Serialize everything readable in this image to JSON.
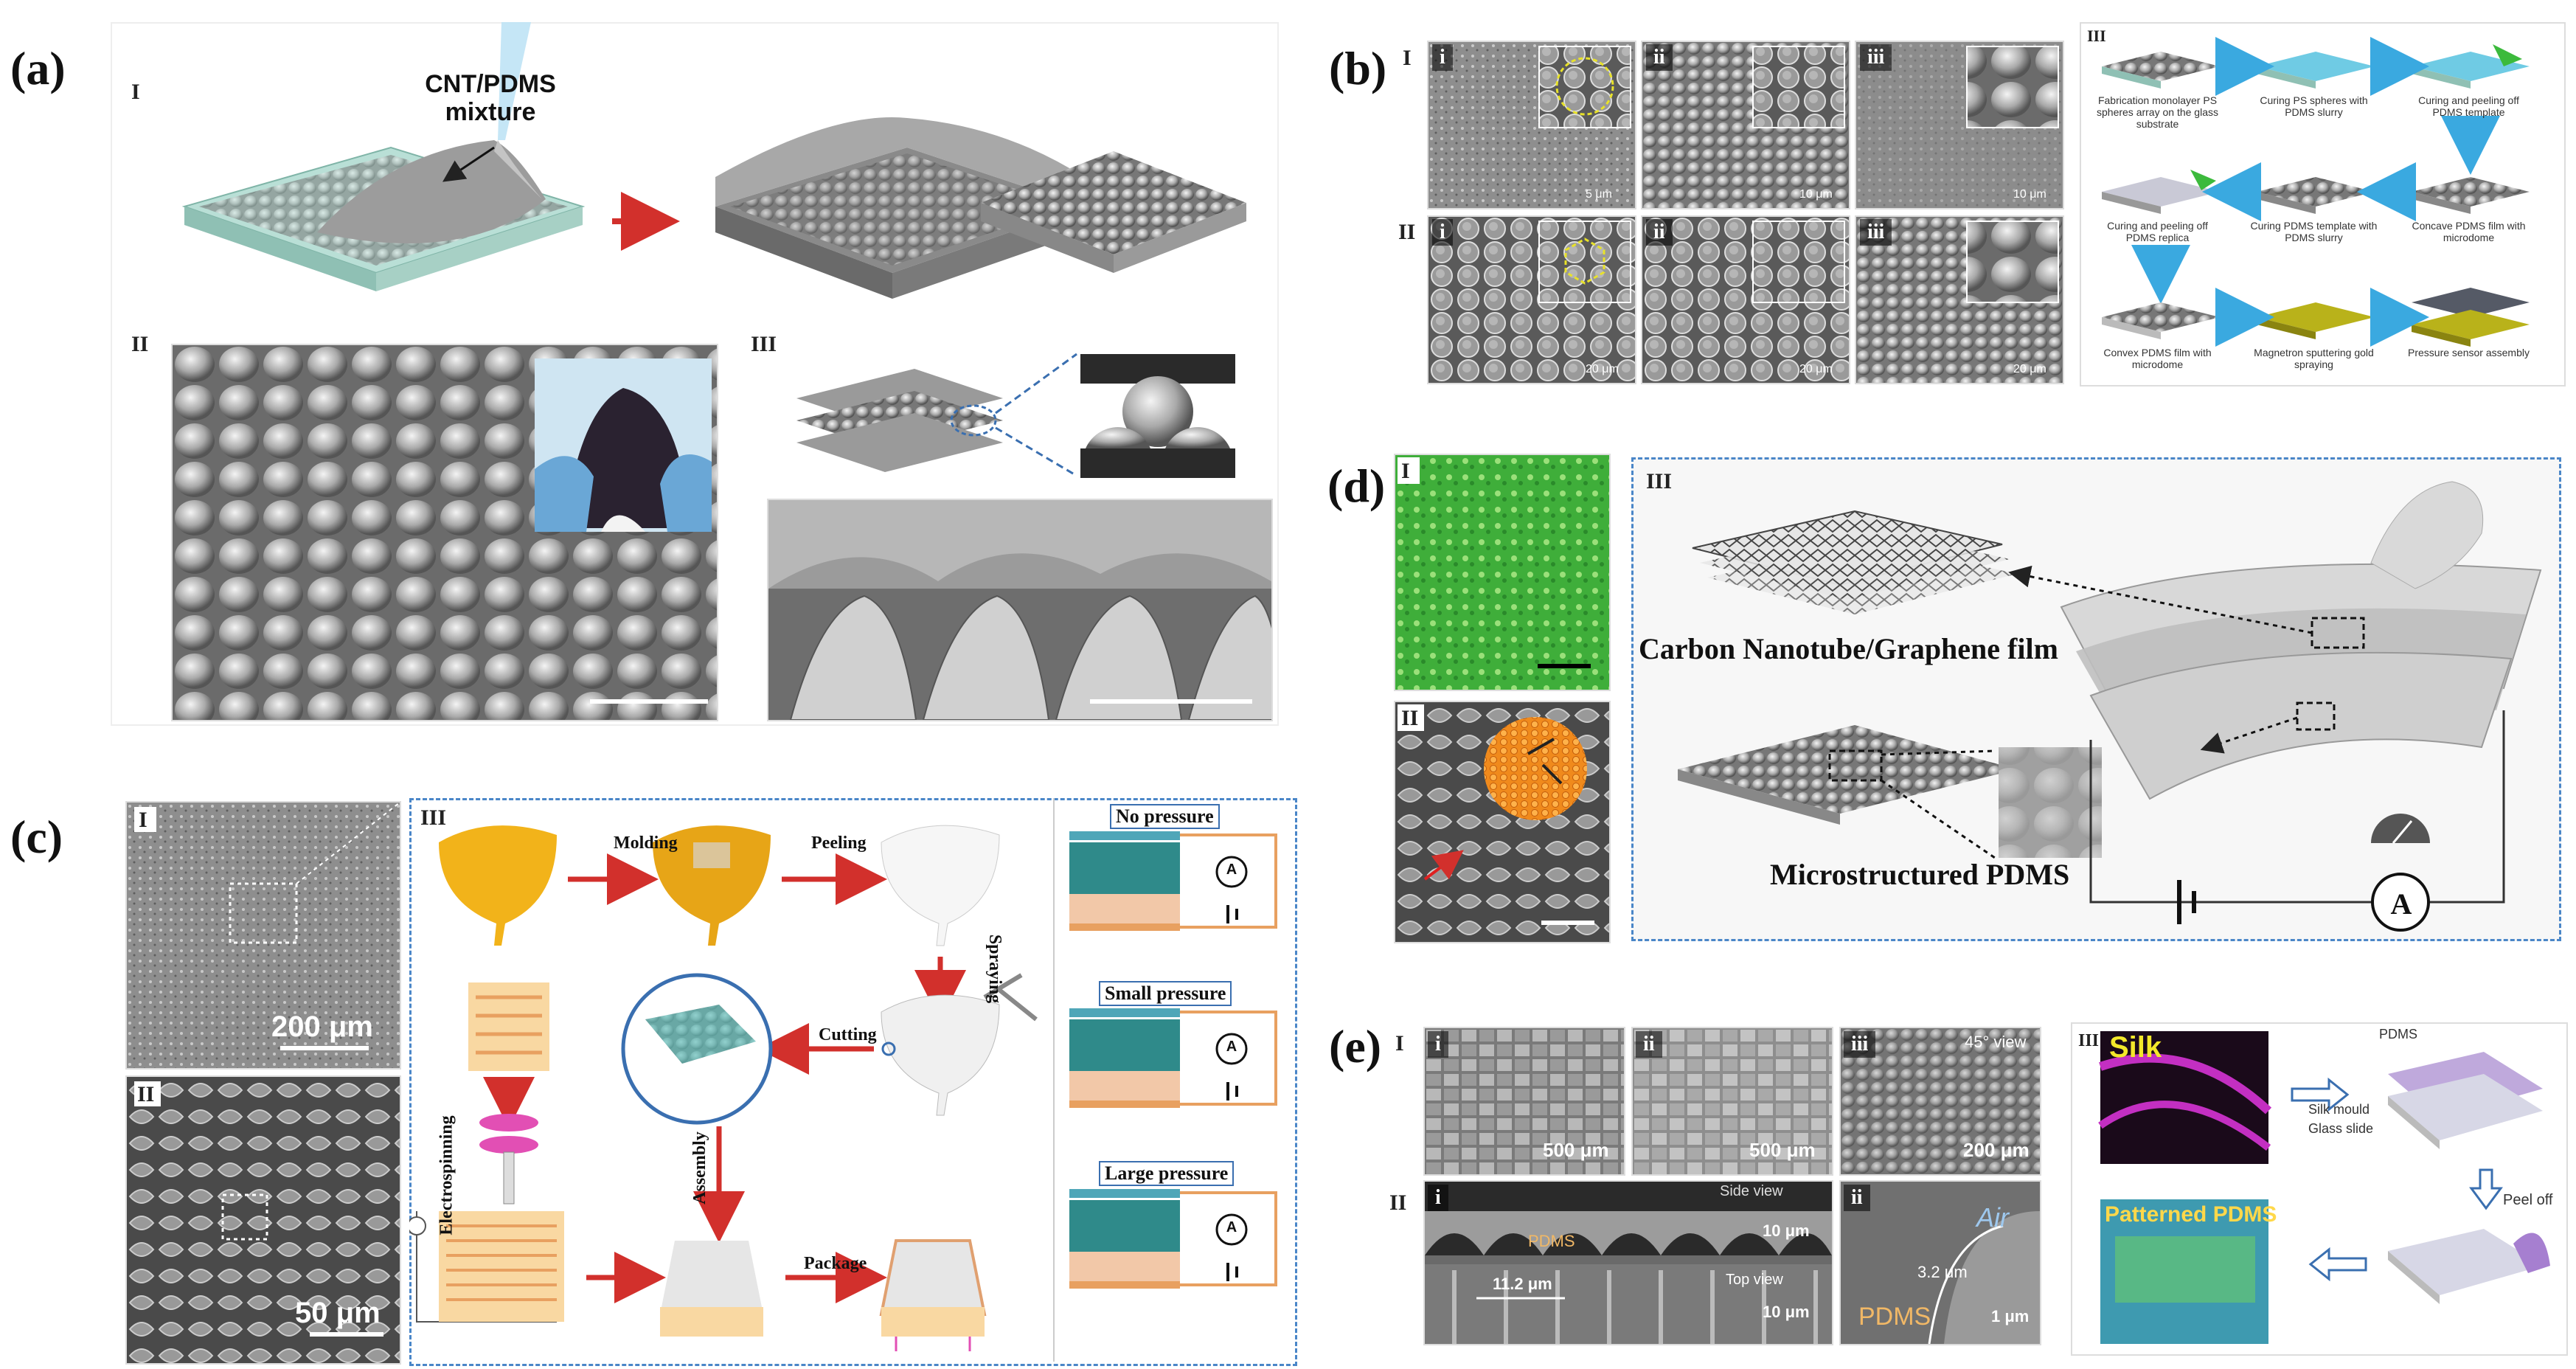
{
  "panels": {
    "a": {
      "label": "(a)",
      "roman": [
        "I",
        "II",
        "III"
      ],
      "mixture_label": "CNT/PDMS\nmixture"
    },
    "b": {
      "label": "(b)",
      "roman": [
        "I",
        "II",
        "III"
      ],
      "sub": [
        "i",
        "ii",
        "iii"
      ],
      "scales": [
        "5 μm",
        "10 μm",
        "10 μm",
        "20 μm",
        "20 μm",
        "20 μm"
      ],
      "steps": [
        "Fabrication monolayer PS spheres array on the glass substrate",
        "Curing PS spheres with PDMS slurry",
        "Curing and peeling off PDMS template",
        "Curing and peeling off PDMS replica",
        "Curing PDMS template with PDMS slurry",
        "Concave PDMS film with microdome",
        "Convex PDMS film with microdome",
        "Magnetron sputtering gold spraying",
        "Pressure sensor assembly"
      ]
    },
    "c": {
      "label": "(c)",
      "roman": [
        "I",
        "II",
        "III"
      ],
      "scale_I": "200 μm",
      "scale_II": "50 μm",
      "molding": "Molding",
      "peeling": "Peeling",
      "spraying": "Spraying",
      "cutting": "Cutting",
      "assembly": "Assembly",
      "electrospinning": "Electrospinning",
      "package": "Package",
      "no_pressure": "No pressure",
      "small_pressure": "Small pressure",
      "large_pressure": "Large pressure",
      "ammeter": "A"
    },
    "d": {
      "label": "(d)",
      "roman": [
        "I",
        "II",
        "III"
      ],
      "film_label": "Carbon Nanotube/Graphene film",
      "pdms_label": "Microstructured PDMS",
      "ammeter": "A"
    },
    "e": {
      "label": "(e)",
      "roman": [
        "I",
        "II",
        "III"
      ],
      "sub": [
        "i",
        "ii",
        "iii"
      ],
      "scale_500a": "500 μm",
      "scale_500b": "500 μm",
      "scale_200": "200 μm",
      "view_45": "45° view",
      "side_view": "Side view",
      "top_view": "Top view",
      "pdms": "PDMS",
      "air": "Air",
      "width": "11.2 μm",
      "height": "3.2 μm",
      "scale_10a": "10 μm",
      "scale_10b": "10 μm",
      "scale_1": "1 μm",
      "silk": "Silk",
      "patterned": "Patterned PDMS",
      "pdms_top": "PDMS",
      "silk_mould": "Silk mould",
      "glass_slide": "Glass slide",
      "peel_off": "Peel off"
    }
  },
  "colors": {
    "dash_border": "#4a86c8",
    "arrow_red": "#d2302c",
    "arrow_blue": "#3aa9e0",
    "ginkgo": "#f2b31a",
    "electrode": "#e8a060",
    "sem_gray": "#8c8c8c",
    "green_micro": "#3fae3a",
    "silk_magenta": "#c32fc2"
  }
}
